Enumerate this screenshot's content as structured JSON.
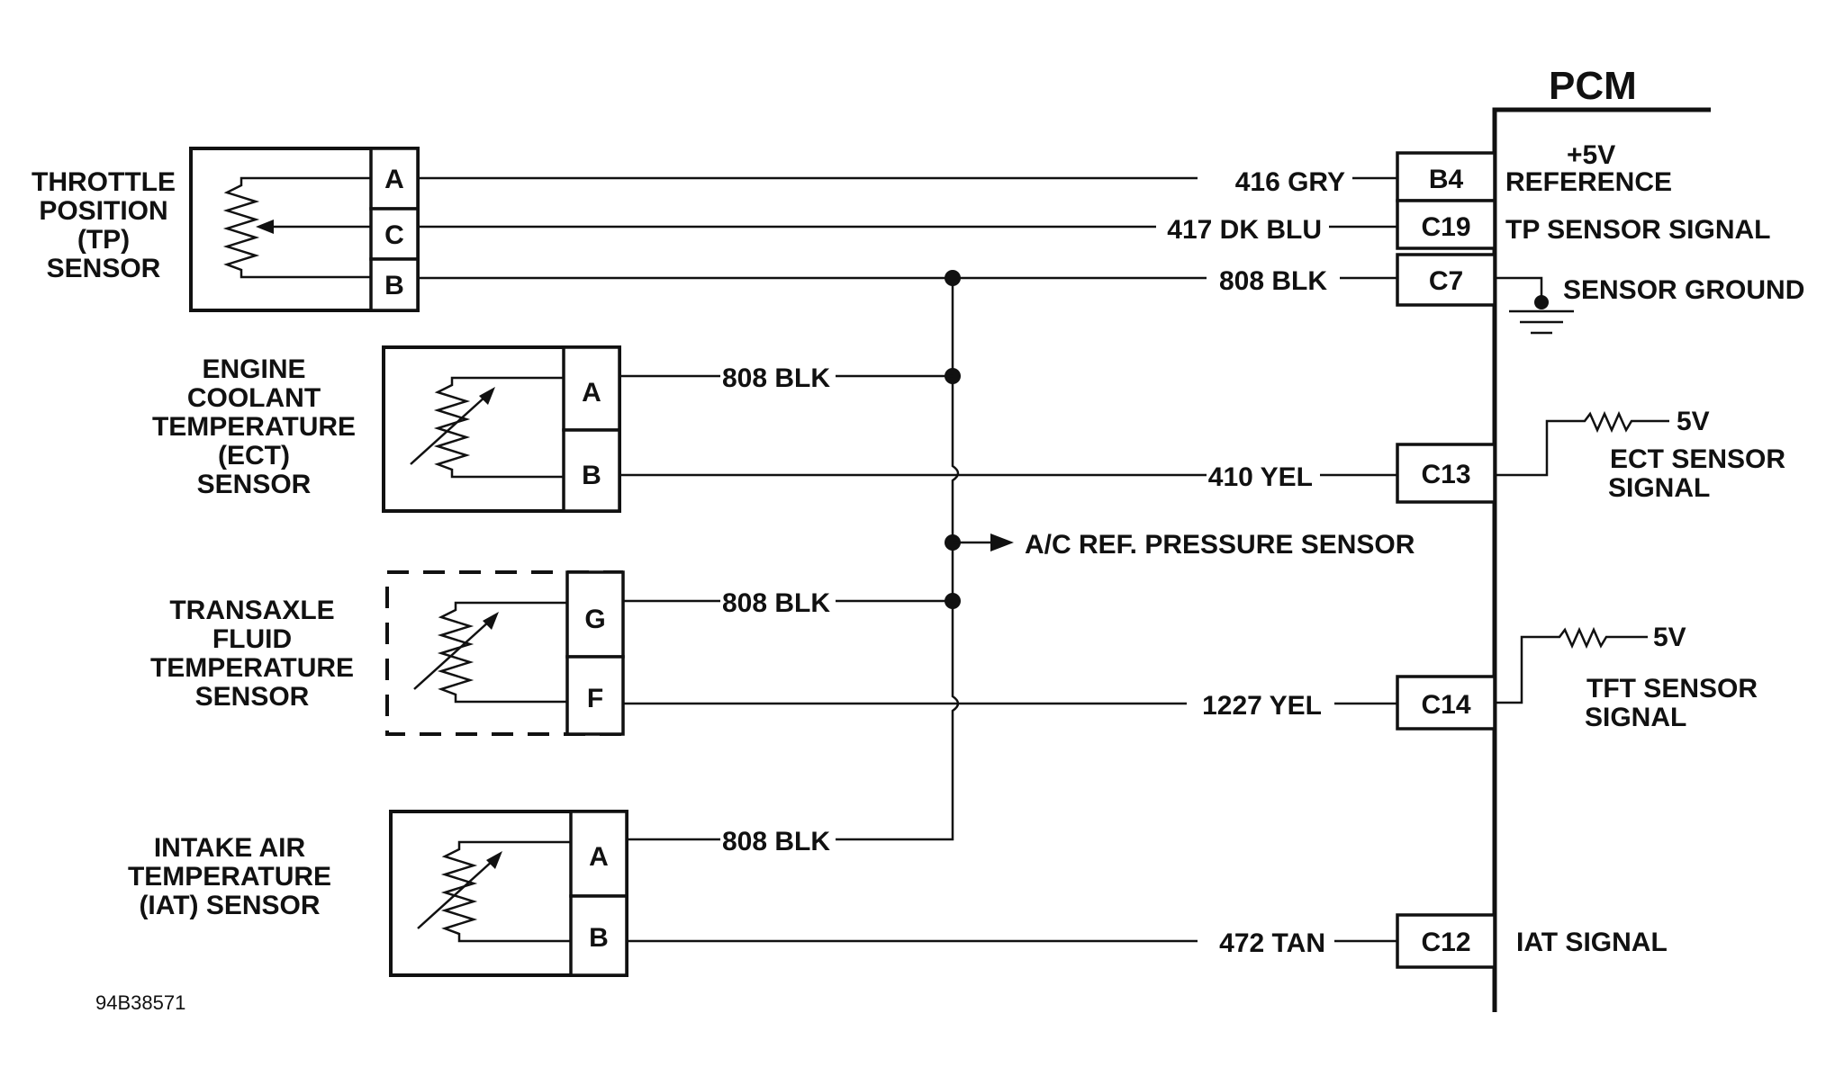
{
  "pcm": {
    "title": "PCM",
    "plus5v_label": "+5V",
    "reference_label": "REFERENCE",
    "tp_signal_label": "TP SENSOR  SIGNAL",
    "sensor_ground_label": "SENSOR GROUND",
    "ect_signal_5v": "5V",
    "ect_signal_line1": "ECT SENSOR",
    "ect_signal_line2": "SIGNAL",
    "tft_signal_5v": "5V",
    "tft_signal_line1": "TFT SENSOR",
    "tft_signal_line2": "SIGNAL",
    "iat_signal_label": "IAT SIGNAL",
    "pins": [
      "B4",
      "C19",
      "C7",
      "C13",
      "C14",
      "C12"
    ]
  },
  "sensors": {
    "tp": {
      "label_lines": [
        "THROTTLE",
        "POSITION",
        "(TP)",
        "SENSOR"
      ],
      "pins": [
        "A",
        "C",
        "B"
      ]
    },
    "ect": {
      "label_lines": [
        "ENGINE",
        "COOLANT",
        "TEMPERATURE",
        "(ECT)",
        "SENSOR"
      ],
      "pins": [
        "A",
        "B"
      ]
    },
    "tft": {
      "label_lines": [
        "TRANSAXLE",
        "FLUID",
        "TEMPERATURE",
        "SENSOR"
      ],
      "pins": [
        "G",
        "F"
      ]
    },
    "iat": {
      "label_lines": [
        "INTAKE AIR",
        "TEMPERATURE",
        "(IAT) SENSOR"
      ],
      "pins": [
        "A",
        "B"
      ]
    }
  },
  "wires": {
    "ref": "416 GRY",
    "tp_signal": "417 DK BLU",
    "tp_ground": "808 BLK",
    "ect_ground": "808 BLK",
    "ect_signal": "410 YEL",
    "tft_ground": "808 BLK",
    "tft_signal": "1227 YEL",
    "iat_ground": "808 BLK",
    "iat_signal": "472 TAN"
  },
  "ac_ref_label": "A/C REF. PRESSURE SENSOR",
  "diagram_code": "94B38571"
}
